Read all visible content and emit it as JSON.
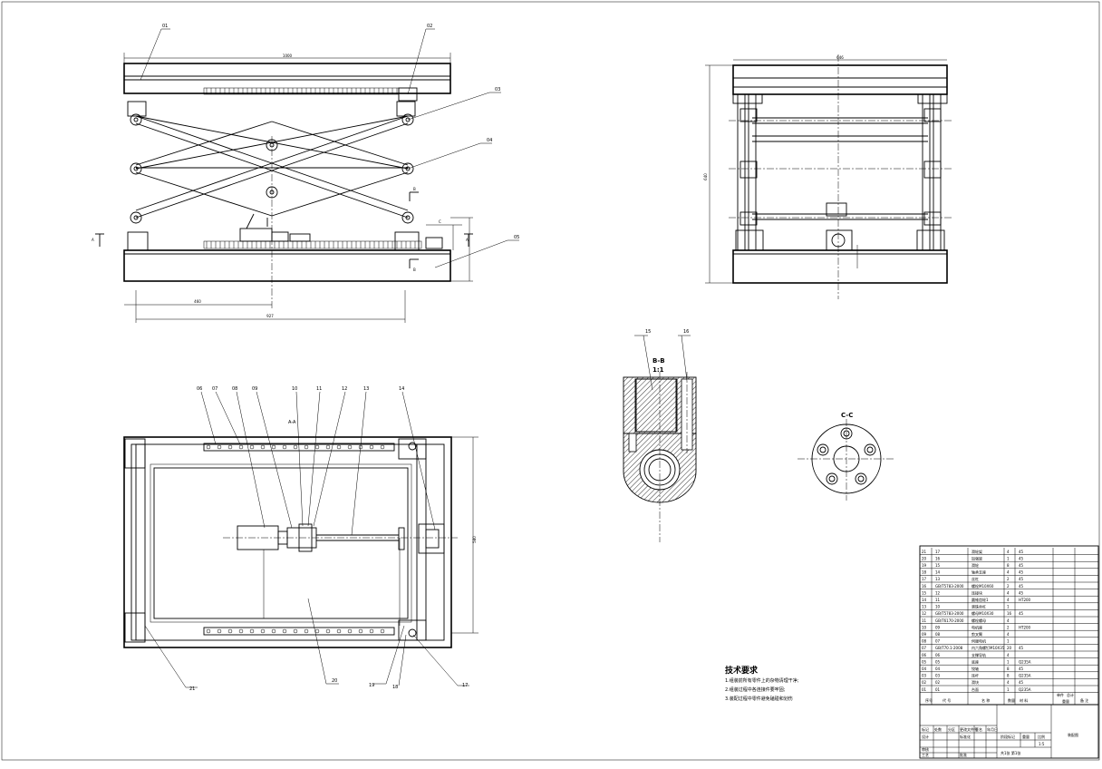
{
  "drawing": {
    "sections": {
      "a_a": "A-A",
      "b_b": "B-B",
      "b_b_scale": "1:1",
      "c_c": "C-C"
    },
    "tech_req": {
      "title": "技术要求",
      "items": [
        "1.组装前所有零件上的杂物清理干净;",
        "2.组装过程中各连接件要牢固;",
        "3.装配过程中零件避免磕碰和划伤"
      ]
    },
    "front_dims": {
      "top_width": "1000",
      "bottom_length": "927",
      "offset": "460"
    },
    "side_dims": {
      "top_width": "646",
      "height": "640"
    },
    "callouts_front": [
      "01",
      "02",
      "03",
      "04",
      "05"
    ],
    "callouts_plan_top": [
      "06",
      "07",
      "08",
      "09",
      "10",
      "11",
      "12",
      "13",
      "14"
    ],
    "callouts_plan_bottom": [
      "21",
      "20",
      "19",
      "18",
      "17"
    ],
    "callouts_bb": [
      "15",
      "16"
    ],
    "bom_rows": [
      [
        "21",
        "17",
        "滑轮架",
        "4",
        "45",
        ""
      ],
      [
        "20",
        "16",
        "加强梁",
        "1",
        "45",
        ""
      ],
      [
        "19",
        "15",
        "滑轮",
        "8",
        "45",
        ""
      ],
      [
        "18",
        "14",
        "轴承支座",
        "4",
        "45",
        ""
      ],
      [
        "17",
        "13",
        "丝杠",
        "2",
        "45",
        ""
      ],
      [
        "16",
        "GB/T5783-2000",
        "螺栓M10X60",
        "2",
        "45",
        ""
      ],
      [
        "15",
        "12",
        "连接块",
        "4",
        "45",
        ""
      ],
      [
        "14",
        "11",
        "圆锥齿轮1",
        "4",
        "HT200",
        ""
      ],
      [
        "13",
        "10",
        "滚珠丝杠",
        "1",
        "",
        ""
      ],
      [
        "12",
        "GB/T5783-2000",
        "螺母M10X30",
        "16",
        "45",
        ""
      ],
      [
        "11",
        "GB/T6170-2000",
        "螺栓螺母",
        "4",
        "",
        ""
      ],
      [
        "10",
        "09",
        "电机座",
        "2",
        "HT200",
        ""
      ],
      [
        "09",
        "08",
        "剪叉臂",
        "4",
        "",
        ""
      ],
      [
        "08",
        "07",
        "伺服电机",
        "1",
        "",
        ""
      ],
      [
        "07",
        "GB/T70.1-2008",
        "内六角螺钉M10X35",
        "20",
        "45",
        ""
      ],
      [
        "06",
        "06",
        "支撑导轨",
        "4",
        "",
        ""
      ],
      [
        "05",
        "05",
        "底座",
        "1",
        "Q235A",
        ""
      ],
      [
        "04",
        "04",
        "铰轴",
        "8",
        "45",
        ""
      ],
      [
        "03",
        "03",
        "连杆",
        "8",
        "Q235A",
        ""
      ],
      [
        "02",
        "02",
        "滑块",
        "4",
        "45",
        ""
      ],
      [
        "01",
        "01",
        "台面",
        "1",
        "Q235A",
        ""
      ]
    ],
    "bom_header": {
      "no": "序号",
      "code": "代  号",
      "name": "名  称",
      "qty": "数量",
      "material": "材  料",
      "single": "单件",
      "total": "总计",
      "weight": "重量",
      "remark": "备 注"
    },
    "title_block": {
      "r1": [
        "标记",
        "处数",
        "分区",
        "更改文件号",
        "签名",
        "年月日"
      ],
      "design": "设计",
      "std": "标准化",
      "stage": "阶段标记",
      "weight": "重量",
      "ratio": "比例",
      "scale": "1:5",
      "review": "审核",
      "craft": "工艺",
      "approve": "批准",
      "sheets": "共1张 第1张",
      "title": "装配图"
    }
  }
}
